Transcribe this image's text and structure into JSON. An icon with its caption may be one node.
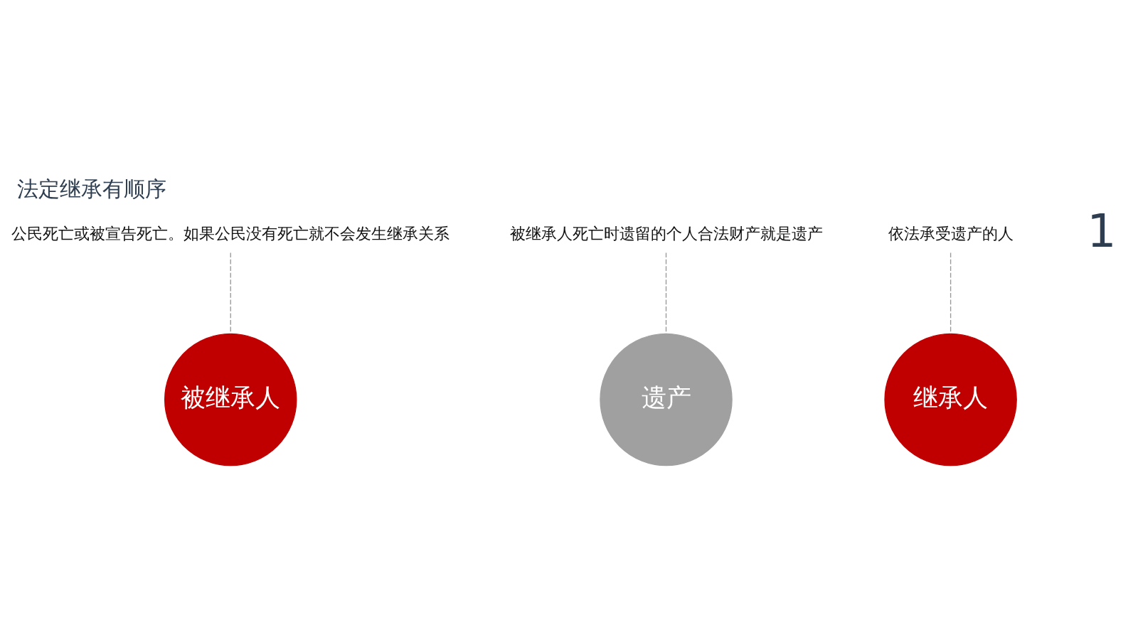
{
  "diagram": {
    "title": "法定继承有顺序",
    "nodes": [
      {
        "text": [
          "被继承人"
        ]
      },
      {
        "text": [
          "遗产"
        ]
      },
      {
        "text": [
          "继承人"
        ]
      },
      {
        "text": [
          "公民死亡或被宣告死亡。如果公民没有死亡就不会发生继承关系"
        ]
      },
      {
        "text": [
          "被继承人死亡时遗留的个人合法财产就是遗产"
        ]
      },
      {
        "text": [
          "依法承受遗产的人"
        ]
      }
    ],
    "edges": [
      {
        "from": 3,
        "to": 0,
        "arrow": "none",
        "style": "dashed"
      },
      {
        "from": 4,
        "to": 1,
        "arrow": "none",
        "style": "dashed"
      },
      {
        "from": 5,
        "to": 2,
        "arrow": "none",
        "style": "dashed"
      }
    ],
    "labels": [
      "1"
    ]
  }
}
